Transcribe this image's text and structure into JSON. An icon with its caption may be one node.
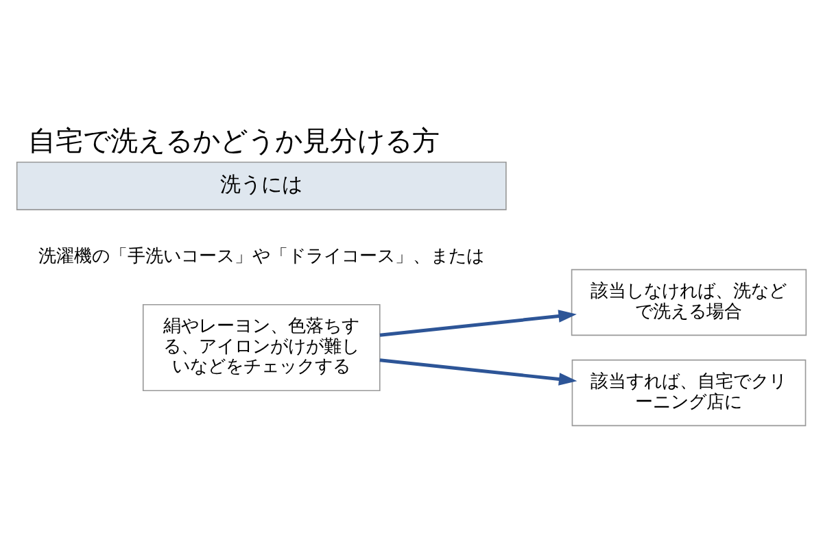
{
  "diagram": {
    "title": "自宅で洗えるかどうか見分ける方",
    "nodes": [
      {
        "text": [
          "洗うには"
        ]
      },
      {
        "text": [
          "絹やレーヨン、色落ちする、アイロンがけが難しいなどをチェックする"
        ]
      },
      {
        "text": [
          "該当しなければ、洗などで洗える場合"
        ]
      },
      {
        "text": [
          "該当すれば、自宅でクリーニング店に"
        ]
      }
    ],
    "edges": [
      {
        "from": 1,
        "to": 2,
        "arrow": "to"
      },
      {
        "from": 1,
        "to": 3,
        "arrow": "to"
      }
    ],
    "labels": [
      "洗濯機の「手洗いコース」や「ドライコース」、または"
    ]
  }
}
